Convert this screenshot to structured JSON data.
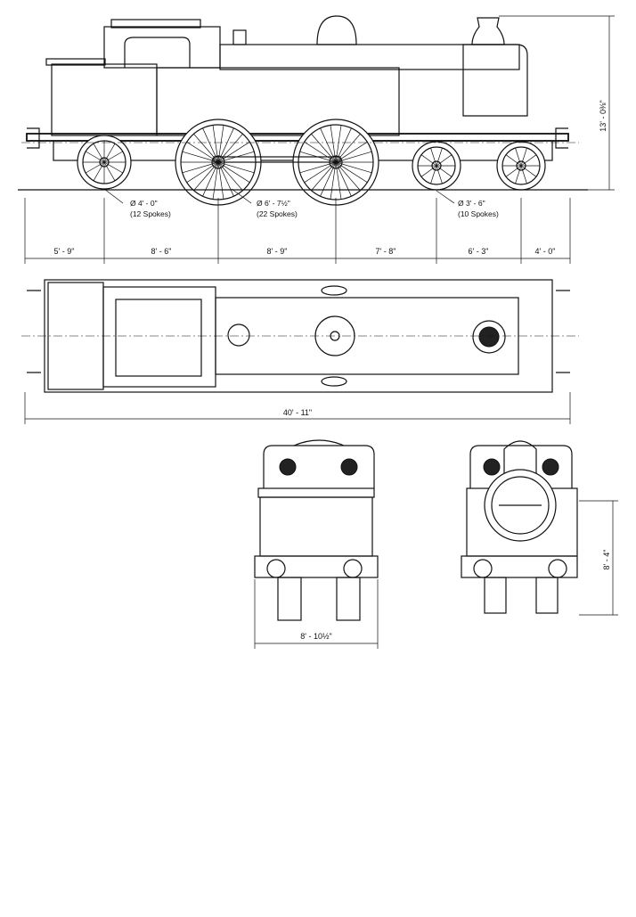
{
  "side_view": {
    "height_dim": "13' - 0⅜\"",
    "wheels": [
      {
        "diameter": "Ø   4' - 0\"",
        "spokes": "(12 Spokes)"
      },
      {
        "diameter": "Ø   6' - 7½\"",
        "spokes": "(22 Spokes)"
      },
      {
        "diameter": "Ø   3' - 6\"",
        "spokes": "(10 Spokes)"
      }
    ],
    "spacings": [
      "5' - 9\"",
      "8' - 6\"",
      "8' - 9\"",
      "7' - 8\"",
      "6' - 3\"",
      "4' - 0\""
    ]
  },
  "plan_view": {
    "overall_length": "40' - 11\""
  },
  "rear_view": {
    "width_dim": "8' - 10½\""
  },
  "front_view": {
    "height_dim": "8' - 4\""
  }
}
